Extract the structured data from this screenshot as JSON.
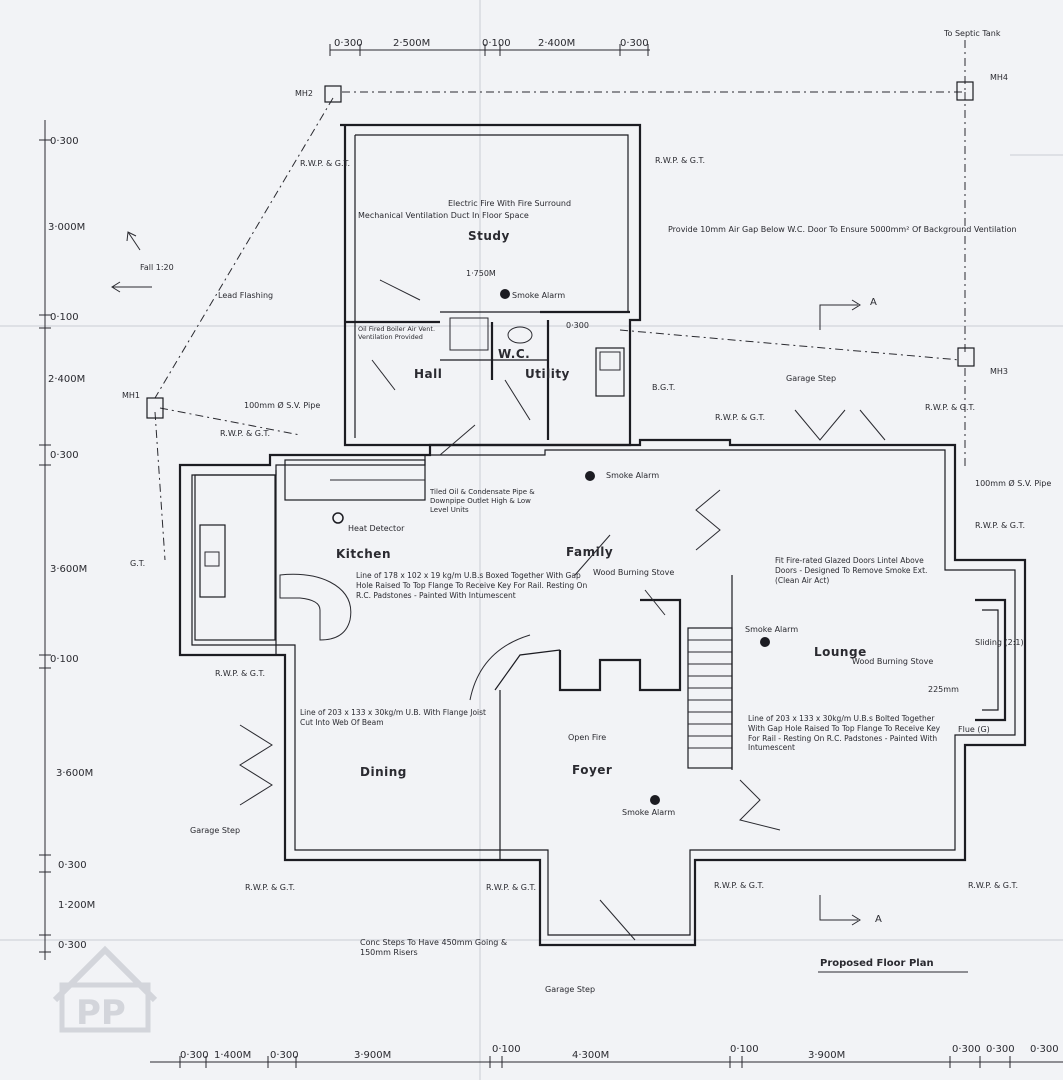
{
  "rooms": {
    "study": "Study",
    "hall": "Hall",
    "wc": "W.C.",
    "utility": "Utility",
    "kitchen": "Kitchen",
    "family": "Family",
    "lounge": "Lounge",
    "dining": "Dining",
    "foyer": "Foyer"
  },
  "title": "Proposed Floor Plan",
  "section_marker": "A",
  "manholes": [
    "MH1",
    "MH2",
    "MH3",
    "MH4"
  ],
  "to_septic": "To Septic Tank",
  "fall": "Fall 1:20",
  "top_dims": [
    "0·300",
    "2·500M",
    "0·100",
    "2·400M",
    "0·300"
  ],
  "bottom_dims": [
    "0·300",
    "1·400M",
    "0·300",
    "3·900M",
    "0·100",
    "4·300M",
    "0·100",
    "3·900M",
    "0·300",
    "0·300",
    "0·300"
  ],
  "left_dims": [
    "0·300",
    "3·000M",
    "0·100",
    "2·400M",
    "0·300",
    "3·600M",
    "0·100",
    "3·600M",
    "0·300",
    "1·200M",
    "0·300"
  ],
  "notes": {
    "background_vent": "Provide 10mm Air Gap Below W.C. Door To Ensure 5000mm² Of Background Ventilation",
    "electric_fire": "Electric Fire With Fire Surround",
    "mech_vent": "Mechanical Ventilation Duct In Floor Space",
    "smoke_alarm": "Smoke Alarm",
    "heat_detector": "Heat Detector",
    "kitchen_lintel": "Line of 178 x 102 x 19 kg/m U.B.s Boxed Together With Gap Hole Raised To Top Flange To Receive Key For Rail. Resting On R.C. Padstones - Painted With Intumescent",
    "dining_lintel": "Line of 203 x 133 x 30kg/m U.B. With Flange Joist Cut Into Web Of Beam",
    "lounge_lintel": "Line of 203 x 133 x 30kg/m U.B.s Bolted Together With Gap Hole Raised To Top Flange To Receive Key For Rail - Resting On R.C. Padstones - Painted With Intumescent",
    "glazed_door": "Fit Fire-rated Glazed Doors Lintel Above Doors - Designed To Remove Smoke Ext. (Clean Air Act)",
    "wood_burning_stove_family": "Wood Burning Stove",
    "wood_burning_stove_lounge": "Wood Burning Stove",
    "open_fire": "Open Fire",
    "lead_flashing": "Lead Flashing",
    "oil_boiler": "Oil Fired Boiler Air Vent. Ventilation Provided",
    "tank": "Tiled Oil & Condensate Pipe & Downpipe Outlet High & Low Level Units",
    "garage_step": "Garage Step",
    "gully": "100mm Ø S.V. Pipe",
    "gully_right": "100mm Ø S.V. Pipe",
    "rwp": "R.W.P. & G.T.",
    "step_note": "Conc Steps To Have 450mm Going & 150mm Risers",
    "dim_225": "225mm",
    "dim_130": "1·750M",
    "dim_0300": "0·300",
    "deadlight": "Sliding (2:1)",
    "flue": "Flue (G)",
    "bg": "B.G.T.",
    "gt": "G.T."
  },
  "watermark": "PP"
}
